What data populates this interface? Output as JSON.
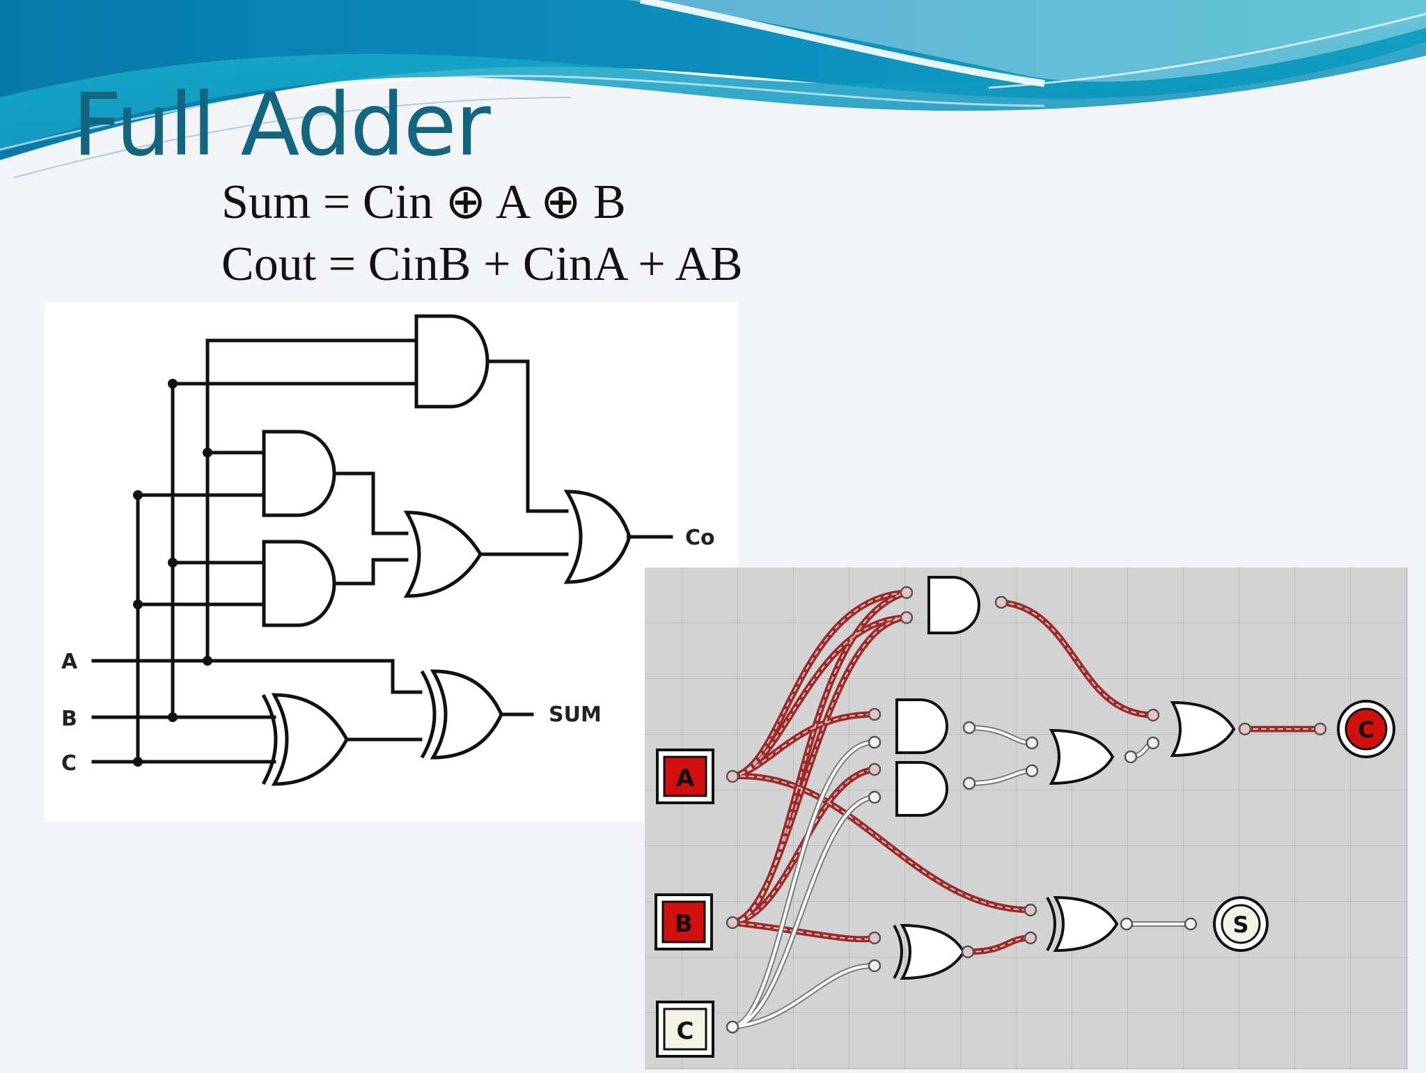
{
  "slide": {
    "title": "Full Adder",
    "sum_formula": "Sum = Cin ⊕ A ⊕ B",
    "cout_formula": "Cout = CinB + CinA + AB"
  },
  "logic_diagram": {
    "inputs": [
      "A",
      "B",
      "C"
    ],
    "outputs": [
      "Co",
      "SUM"
    ],
    "gates": [
      "AND",
      "AND",
      "AND",
      "OR",
      "OR",
      "XOR",
      "XOR"
    ]
  },
  "simulator": {
    "inputs": [
      {
        "label": "A",
        "state": "on"
      },
      {
        "label": "B",
        "state": "on"
      },
      {
        "label": "C",
        "state": "off"
      }
    ],
    "outputs": [
      {
        "label": "C",
        "state": "on"
      },
      {
        "label": "S",
        "state": "off"
      }
    ],
    "colors": {
      "background": "#d3d3d3",
      "grid": "#b9b9b9",
      "active_wire": "#9b2a2a",
      "inactive_wire": "#8a8a8a",
      "active_node": "#d10f0f",
      "inactive_node": "#f4f4e6"
    }
  },
  "theme": {
    "title_color": "#14657f",
    "banner_colors": [
      "#0a7fb0",
      "#16a7c2",
      "#7ad2e6"
    ]
  }
}
